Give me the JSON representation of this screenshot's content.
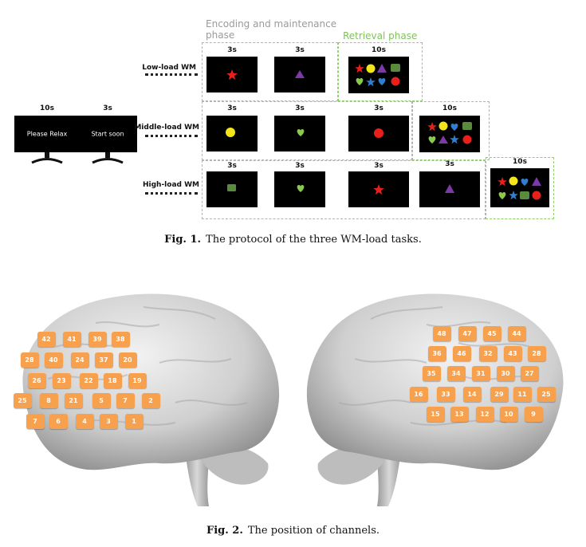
{
  "figure1": {
    "phase_encoding": [
      "Encoding and maintenance",
      "phase"
    ],
    "phase_retrieval": "Retrieval phase",
    "rest_screens": [
      {
        "duration": "10s",
        "text": "Please Relax"
      },
      {
        "duration": "3s",
        "text": "Start soon"
      }
    ],
    "rows": [
      {
        "label": "Low-load WM",
        "durations": [
          "3s",
          "3s"
        ],
        "retrieval_duration": "10s"
      },
      {
        "label": "Middle-load WM",
        "durations": [
          "3s",
          "3s",
          "3s"
        ],
        "retrieval_duration": "10s"
      },
      {
        "label": "High-load WM",
        "durations": [
          "3s",
          "3s",
          "3s",
          "3s"
        ],
        "retrieval_duration": "10s"
      }
    ],
    "stimuli": {
      "low": [
        "red-star",
        "purple-triangle"
      ],
      "middle": [
        "yellow-circle",
        "green-heart",
        "red-circle"
      ],
      "high": [
        "green-square",
        "green-heart",
        "red-star",
        "purple-triangle"
      ]
    },
    "colors": {
      "red": "#e8201c",
      "yellow": "#f4e51b",
      "purple": "#7b3aa5",
      "green_heart": "#8ac94e",
      "green_square": "#5a8a3c",
      "blue": "#2e7fd1",
      "retrieval_border": "#8fd06a",
      "phase_border": "#b3b3b3"
    },
    "caption_label": "Fig. 1.",
    "caption_text": "The protocol of the three WM-load tasks."
  },
  "figure2": {
    "left_channels": [
      "42",
      "41",
      "39",
      "38",
      "28",
      "40",
      "24",
      "37",
      "20",
      "26",
      "23",
      "22",
      "18",
      "19",
      "25",
      "8",
      "21",
      "5",
      "7",
      "2",
      "7",
      "6",
      "4",
      "3",
      "1"
    ],
    "right_channels": [
      "48",
      "47",
      "45",
      "44",
      "36",
      "46",
      "32",
      "43",
      "28",
      "35",
      "34",
      "31",
      "30",
      "27",
      "16",
      "33",
      "14",
      "29",
      "11",
      "25",
      "15",
      "13",
      "12",
      "10",
      "9"
    ],
    "channel_color": "#f7a04d",
    "caption_label": "Fig. 2.",
    "caption_text": "The position of channels."
  }
}
